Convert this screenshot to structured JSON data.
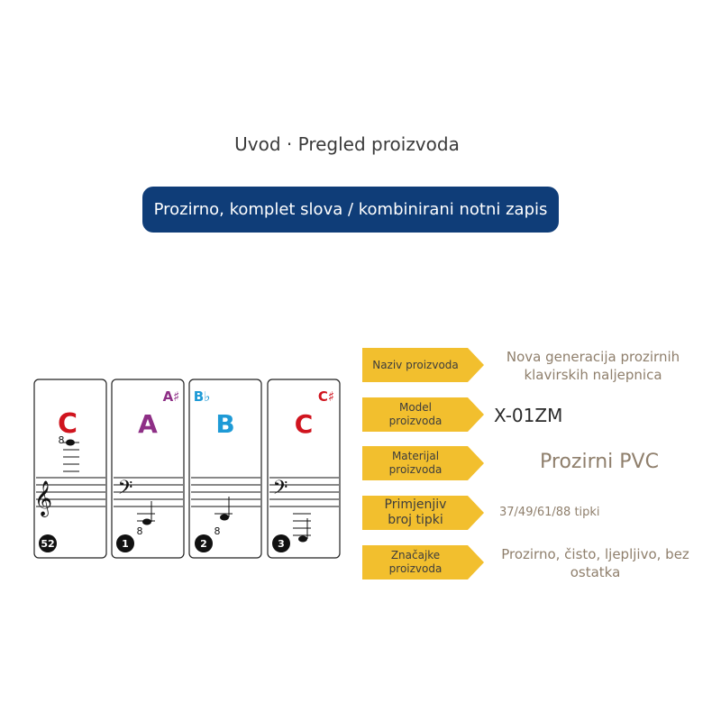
{
  "header": {
    "title": "Uvod · Pregled proizvoda",
    "banner": "Prozirno, komplet slova / kombinirani notni zapis"
  },
  "cards": [
    {
      "note": "C",
      "accidental": "",
      "octave_mark": "8",
      "badge": "52",
      "note_color": "#d0141e"
    },
    {
      "note": "A",
      "accidental": "A♯",
      "octave_mark": "8",
      "badge": "1",
      "note_color": "#8e2f86",
      "accidental_color": "#8e2f86"
    },
    {
      "note": "B",
      "accidental": "B♭",
      "octave_mark": "8",
      "badge": "2",
      "note_color": "#1e9ad6",
      "accidental_color": "#1e9ad6"
    },
    {
      "note": "C",
      "accidental": "C♯",
      "octave_mark": "",
      "badge": "3",
      "note_color": "#d0141e",
      "accidental_color": "#d0141e"
    }
  ],
  "specs": [
    {
      "label": "Naziv proizvoda",
      "value": "Nova generacija prozirnih klavirskih naljepnica"
    },
    {
      "label": "Model proizvoda",
      "value": "X-01ZM"
    },
    {
      "label": "Materijal proizvoda",
      "value": "Prozirni PVC"
    },
    {
      "label": "Primjenjiv broj tipki",
      "value": "37/49/61/88 tipki"
    },
    {
      "label": "Značajke proizvoda",
      "value": "Prozirno, čisto, ljepljivo, bez ostatka"
    }
  ],
  "colors": {
    "arrow": "#f2bf2e",
    "banner": "#0f3d78",
    "value_text": "#8f7f6c"
  },
  "icons": [
    "treble-clef-icon",
    "bass-clef-icon"
  ]
}
